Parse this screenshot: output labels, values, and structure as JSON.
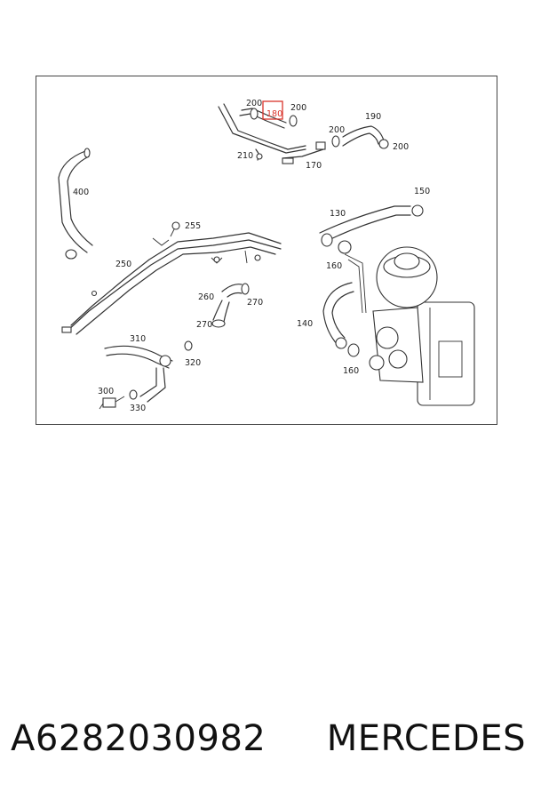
{
  "diagram": {
    "labels": {
      "l200a": "200",
      "l180": "180",
      "l200b": "200",
      "l200c": "200",
      "l190": "190",
      "l200d": "200",
      "l210": "210",
      "l170": "170",
      "l400": "400",
      "l150": "150",
      "l130": "130",
      "l255": "255",
      "l250": "250",
      "l160a": "160",
      "l260": "260",
      "l270a": "270",
      "l270b": "270",
      "l140": "140",
      "l310": "310",
      "l320": "320",
      "l160b": "160",
      "l300": "300",
      "l330": "330"
    },
    "highlight_color": "#d9342b"
  },
  "footer": {
    "part_number": "A6282030982",
    "brand": "MERCEDES"
  }
}
